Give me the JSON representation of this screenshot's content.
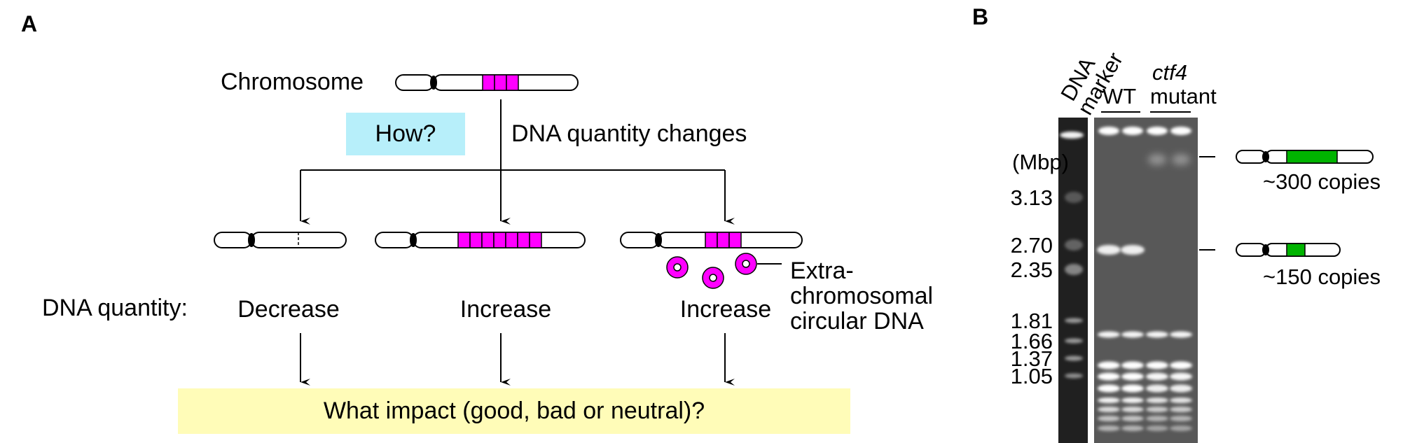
{
  "panel_a": {
    "label": "A",
    "chromosome_label": "Chromosome",
    "how_label": "How?",
    "changes_label": "DNA quantity changes",
    "dna_quantity_label": "DNA quantity:",
    "outcomes": [
      {
        "label": "Decrease",
        "amplified_units": 0,
        "deletion": true
      },
      {
        "label": "Increase",
        "amplified_units": 7,
        "deletion": false
      },
      {
        "label": "Increase",
        "amplified_units": 3,
        "deletion": false,
        "extrachromosomal_circles": 3
      }
    ],
    "original_units": 3,
    "extrachromosomal_label_lines": [
      "Extra-",
      "chromosomal",
      "circular DNA"
    ],
    "impact_question": "What impact (good, bad or neutral)?",
    "colors": {
      "amplicon": "#ff00ff",
      "how_box": "#b7effa",
      "impact_box": "#fffcb8"
    }
  },
  "panel_b": {
    "label": "B",
    "lane_labels": {
      "marker_line1": "DNA",
      "marker_line2": "marker",
      "wt": "WT",
      "mutant_gene": "ctf4",
      "mutant": "mutant"
    },
    "unit_label": "(Mbp)",
    "marker_sizes": [
      "3.13",
      "2.70",
      "2.35",
      "1.81",
      "1.66",
      "1.37",
      "1.05"
    ],
    "annotations": [
      {
        "label": "~300 copies",
        "lanes": "ctf4 mutant"
      },
      {
        "label": "~150 copies",
        "lanes": "WT"
      }
    ],
    "colors": {
      "amplicon": "#00b400"
    }
  }
}
